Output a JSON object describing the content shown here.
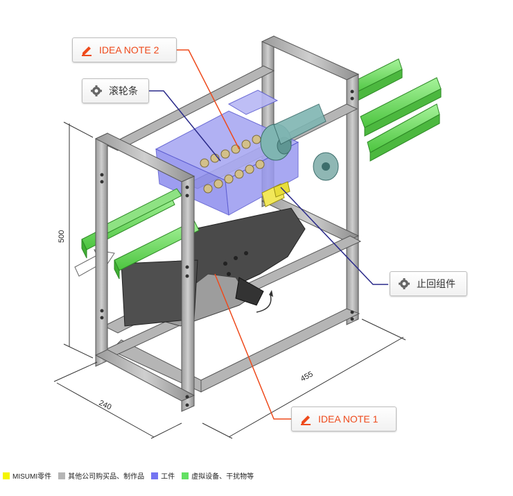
{
  "callouts": {
    "idea_note_2": "IDEA NOTE 2",
    "roller_chain": "滚轮条",
    "stopper_assembly": "止回组件",
    "idea_note_1": "IDEA NOTE 1"
  },
  "dimensions": {
    "height": "500",
    "depth": "240",
    "length": "455"
  },
  "legend": [
    {
      "label": "MISUMI零件",
      "color": "#f5f500"
    },
    {
      "label": "其他公司购买品、制作品",
      "color": "#b5b5b5"
    },
    {
      "label": "工件",
      "color": "#7474f2"
    },
    {
      "label": "虚拟设备、干扰物等",
      "color": "#63e063"
    }
  ],
  "icons": {
    "idea": "pencil-icon",
    "part": "gear-icon"
  }
}
